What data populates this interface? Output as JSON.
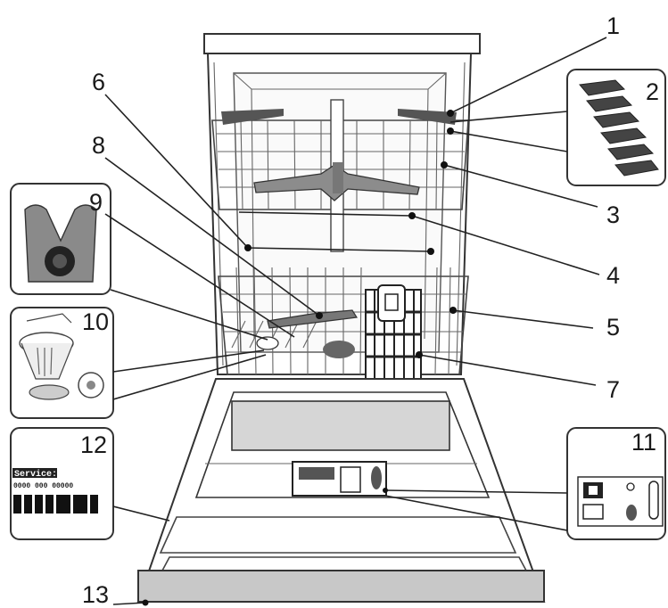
{
  "labels": {
    "n1": "1",
    "n2": "2",
    "n3": "3",
    "n4": "4",
    "n5": "5",
    "n6": "6",
    "n7": "7",
    "n8": "8",
    "n9": "9",
    "n10": "10",
    "n11": "11",
    "n12": "12",
    "n13": "13"
  },
  "service_label": {
    "title": "Service:",
    "code": "0000 000 00000"
  },
  "colors": {
    "line": "#222222",
    "panel_fill": "#d6d6d6",
    "filter_grey": "#8a8a8a"
  }
}
